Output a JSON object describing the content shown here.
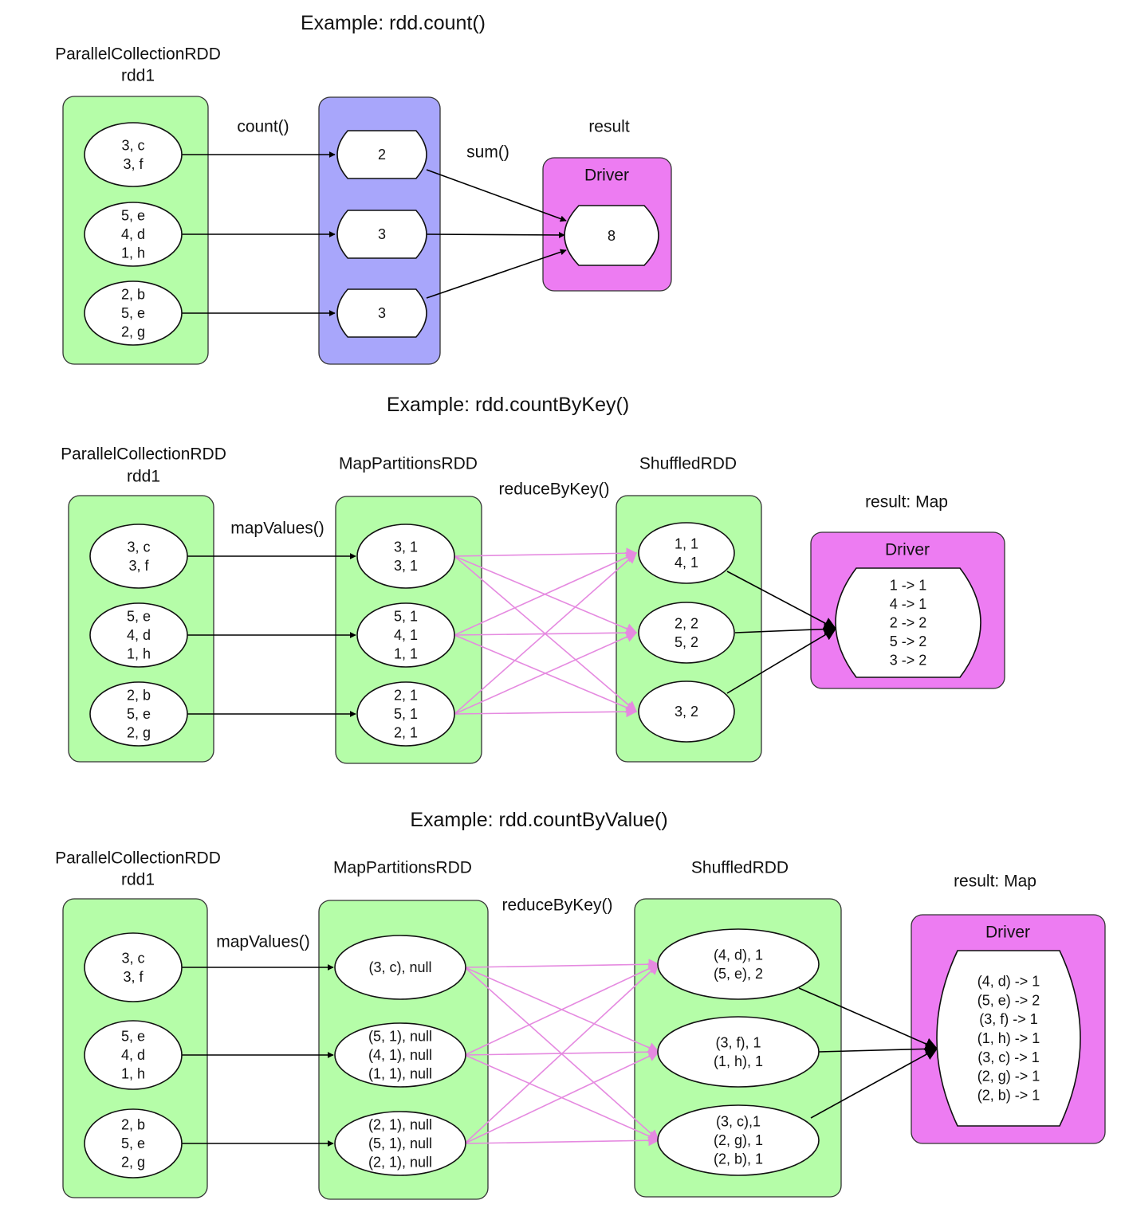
{
  "colors": {
    "rdd_green": "#b5fda8",
    "count_blue": "#a8a6fb",
    "driver_magenta": "#ed7cf2",
    "shuffle_edge_pink": "#e58ae0",
    "edge_black": "#000000"
  },
  "count_example": {
    "title": "Example: rdd.count()",
    "rdd1_name": "ParallelCollectionRDD",
    "rdd1_id": "rdd1",
    "op_count": "count()",
    "op_sum": "sum()",
    "result_label": "result",
    "driver_label": "Driver",
    "rdd1_partitions": [
      {
        "lines": [
          "3, c",
          "3, f"
        ]
      },
      {
        "lines": [
          "5, e",
          "4, d",
          "1, h"
        ]
      },
      {
        "lines": [
          "2, b",
          "5, e",
          "2, g"
        ]
      }
    ],
    "partition_counts": [
      "2",
      "3",
      "3"
    ],
    "result_value": "8"
  },
  "countbykey_example": {
    "title": "Example: rdd.countByKey()",
    "rdd1_name": "ParallelCollectionRDD",
    "rdd1_id": "rdd1",
    "map_rdd_name": "MapPartitionsRDD",
    "shuffled_rdd_name": "ShuffledRDD",
    "op_map": "mapValues()",
    "op_reduce": "reduceByKey()",
    "result_label": "result: Map",
    "driver_label": "Driver",
    "rdd1_partitions": [
      {
        "lines": [
          "3, c",
          "3, f"
        ]
      },
      {
        "lines": [
          "5, e",
          "4, d",
          "1, h"
        ]
      },
      {
        "lines": [
          "2, b",
          "5, e",
          "2, g"
        ]
      }
    ],
    "map_partitions": [
      {
        "lines": [
          "3, 1",
          "3, 1"
        ]
      },
      {
        "lines": [
          "5, 1",
          "4, 1",
          "1, 1"
        ]
      },
      {
        "lines": [
          "2, 1",
          "5, 1",
          "2, 1"
        ]
      }
    ],
    "shuffled_partitions": [
      {
        "lines": [
          "1, 1",
          "4, 1"
        ]
      },
      {
        "lines": [
          "2, 2",
          "5, 2"
        ]
      },
      {
        "lines": [
          "3, 2"
        ]
      }
    ],
    "result_lines": [
      "1 -> 1",
      "4 -> 1",
      "2 -> 2",
      "5 -> 2",
      "3 -> 2"
    ]
  },
  "countbyvalue_example": {
    "title": "Example: rdd.countByValue()",
    "rdd1_name": "ParallelCollectionRDD",
    "rdd1_id": "rdd1",
    "map_rdd_name": "MapPartitionsRDD",
    "shuffled_rdd_name": "ShuffledRDD",
    "op_map": "mapValues()",
    "op_reduce": "reduceByKey()",
    "result_label": "result: Map",
    "driver_label": "Driver",
    "rdd1_partitions": [
      {
        "lines": [
          "3, c",
          "3, f"
        ]
      },
      {
        "lines": [
          "5, e",
          "4, d",
          "1, h"
        ]
      },
      {
        "lines": [
          "2, b",
          "5, e",
          "2, g"
        ]
      }
    ],
    "map_partitions": [
      {
        "lines": [
          "(3, c), null"
        ]
      },
      {
        "lines": [
          "(5, 1), null",
          "(4, 1), null",
          "(1, 1), null"
        ]
      },
      {
        "lines": [
          "(2, 1), null",
          "(5, 1), null",
          "(2, 1), null"
        ]
      }
    ],
    "shuffled_partitions": [
      {
        "lines": [
          "(4, d), 1",
          "(5, e), 2"
        ]
      },
      {
        "lines": [
          "(3, f), 1",
          "(1, h), 1"
        ]
      },
      {
        "lines": [
          "(3, c),1",
          "(2, g), 1",
          "(2, b), 1"
        ]
      }
    ],
    "result_lines": [
      "(4, d) -> 1",
      "(5, e) -> 2",
      "(3, f) -> 1",
      "(1, h) -> 1",
      "(3, c) -> 1",
      "(2, g) -> 1",
      "(2, b) -> 1"
    ]
  }
}
